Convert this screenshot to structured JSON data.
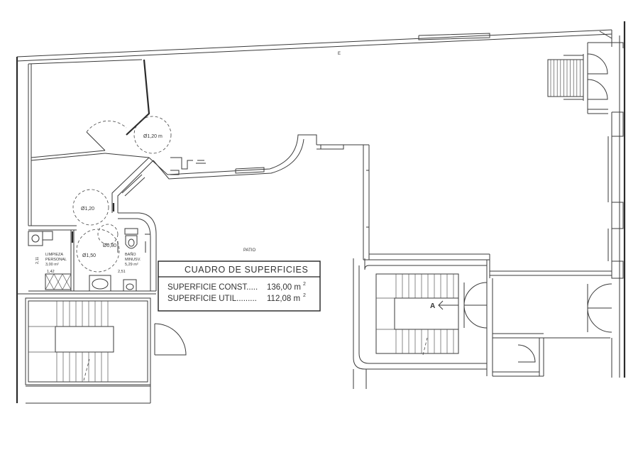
{
  "plan": {
    "top_label": "E",
    "patio_label": "PATIO",
    "turning_circle_1": "Ø1,20 m",
    "turning_circle_2": "Ø1,20",
    "turning_circle_3": "Ø0,80",
    "turning_circle_4": "Ø1,50",
    "limpieza_name_1": "LIMPIEZA",
    "limpieza_name_2": "PERSONAL",
    "limpieza_area": "3,00 m²",
    "limpieza_dim_h": "2,11",
    "limpieza_dim_w": "1,42",
    "bano_name_1": "BAÑO",
    "bano_name_2": "MINUSV.",
    "bano_area": "5,29 m²",
    "bano_dim_w": "2,51",
    "section_marker": "A"
  },
  "table": {
    "title": "CUADRO DE SUPERFICIES",
    "row1_label": "SUPERFICIE CONST.....",
    "row1_value": "136,00 m",
    "row2_label": "SUPERFICIE UTIL.........",
    "row2_value": "112,08 m",
    "unit_exponent": "2"
  }
}
